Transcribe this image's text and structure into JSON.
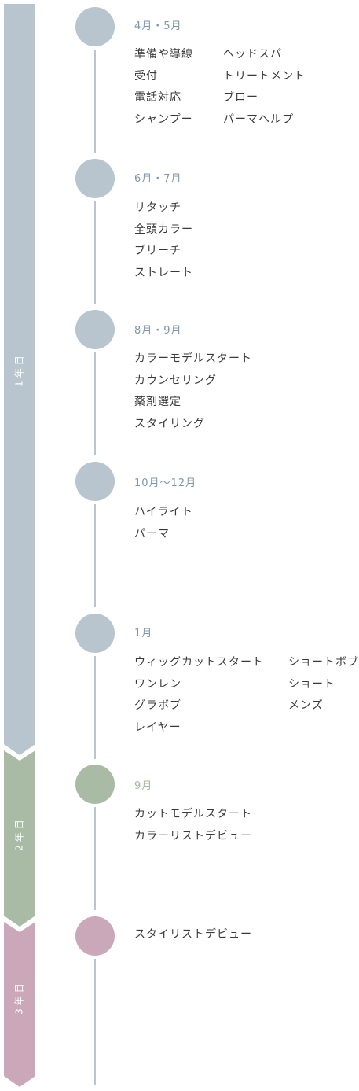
{
  "colors": {
    "year1": "#b8c4ce",
    "year2": "#a9bba5",
    "year3": "#cba7ba",
    "line": "#b8c4ce",
    "heading_blue": "#7e97ab",
    "heading_green": "#a6b99f"
  },
  "years": [
    {
      "label": "1年目"
    },
    {
      "label": "2年目"
    },
    {
      "label": "3年目"
    }
  ],
  "stages": [
    {
      "heading": "4月・5月",
      "items_col1": [
        "準備や導線",
        "受付",
        "電話対応",
        "シャンプー"
      ],
      "items_col2": [
        "ヘッドスパ",
        "トリートメント",
        "ブロー",
        "パーマヘルプ"
      ]
    },
    {
      "heading": "6月・7月",
      "items_col1": [
        "リタッチ",
        "全頭カラー",
        "ブリーチ",
        "ストレート"
      ],
      "items_col2": []
    },
    {
      "heading": "8月・9月",
      "items_col1": [
        "カラーモデルスタート",
        "カウンセリング",
        "薬剤選定",
        "スタイリング"
      ],
      "items_col2": []
    },
    {
      "heading": "10月〜12月",
      "items_col1": [
        "ハイライト",
        "パーマ"
      ],
      "items_col2": []
    },
    {
      "heading": "1月",
      "items_col1": [
        "ウィッグカットスタート",
        "ワンレン",
        "グラボブ",
        "レイヤー"
      ],
      "items_col2": [
        "ショートボブ",
        "ショート",
        "メンズ"
      ]
    },
    {
      "heading": "9月",
      "items_col1": [
        "カットモデルスタート",
        "カラーリストデビュー"
      ],
      "items_col2": []
    },
    {
      "heading": "",
      "items_col1": [
        "スタイリストデビュー"
      ],
      "items_col2": []
    }
  ]
}
